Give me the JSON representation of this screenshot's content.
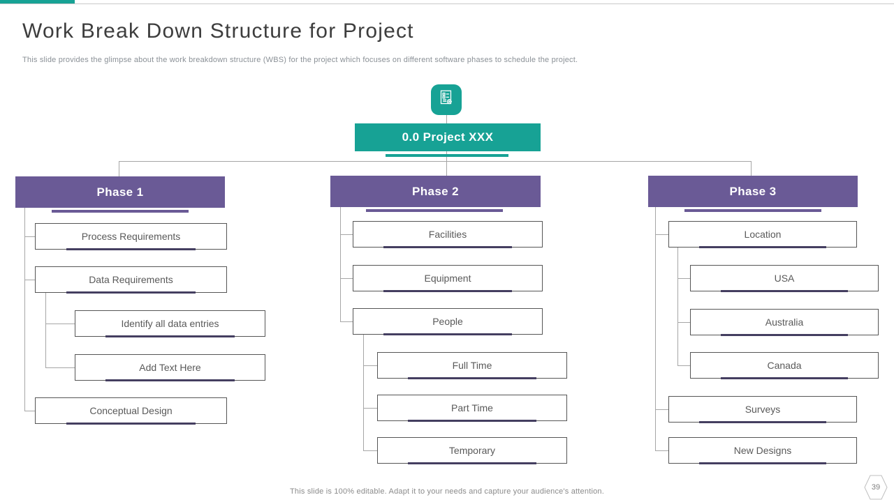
{
  "slide": {
    "title": "Work Break Down Structure for Project",
    "subtitle": "This slide provides the glimpse about the work breakdown structure (WBS) for the project which focuses on different software phases to schedule the project.",
    "footer_note": "This slide is 100% editable. Adapt it to your needs and capture your audience's attention.",
    "page_number": "39"
  },
  "colors": {
    "teal_accent": "#17a295",
    "purple_header": "#6a5a96",
    "item_underline": "#443e60",
    "connector_gray": "#a6a6a6",
    "item_text_gray": "#595959"
  },
  "diagram": {
    "root": {
      "label": "0.0 Project XXX",
      "icon": "document-gear-icon"
    },
    "phases": [
      {
        "label": "Phase 1",
        "items": [
          {
            "label": "Process Requirements",
            "level": 1
          },
          {
            "label": "Data Requirements",
            "level": 1
          },
          {
            "label": "Identify all data entries",
            "level": 2
          },
          {
            "label": "Add Text Here",
            "level": 2
          },
          {
            "label": "Conceptual Design",
            "level": 1
          }
        ]
      },
      {
        "label": "Phase 2",
        "items": [
          {
            "label": "Facilities",
            "level": 1
          },
          {
            "label": "Equipment",
            "level": 1
          },
          {
            "label": "People",
            "level": 1
          },
          {
            "label": "Full Time",
            "level": 2
          },
          {
            "label": "Part Time",
            "level": 2
          },
          {
            "label": "Temporary",
            "level": 2
          }
        ]
      },
      {
        "label": "Phase 3",
        "items": [
          {
            "label": "Location",
            "level": 1
          },
          {
            "label": "USA",
            "level": 2
          },
          {
            "label": "Australia",
            "level": 2
          },
          {
            "label": "Canada",
            "level": 2
          },
          {
            "label": "Surveys",
            "level": 1
          },
          {
            "label": "New Designs",
            "level": 1
          }
        ]
      }
    ]
  }
}
